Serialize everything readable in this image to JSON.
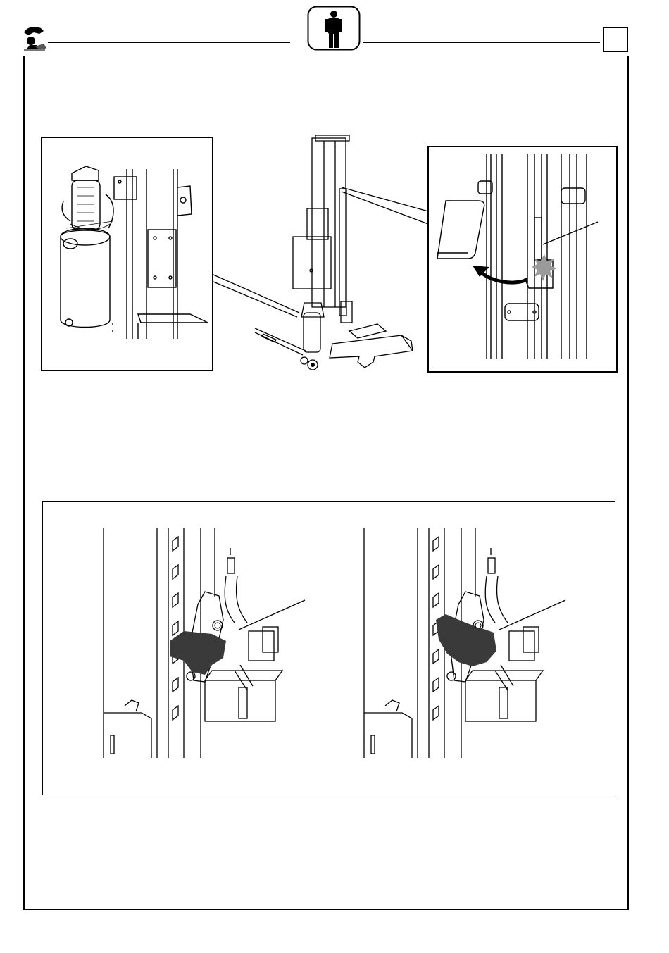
{
  "header": {
    "left_icon": "technician-icon",
    "center_icon": "operator-person-icon",
    "right_box_text": ""
  },
  "figures": {
    "top": {
      "left_detail": "hydraulic-unit-detail",
      "center": "column-lift-overview",
      "right_detail": "control-pedal-detail"
    },
    "bottom": {
      "left": "safety-latch-engaged",
      "right": "safety-latch-released"
    }
  },
  "colors": {
    "line": "#000000",
    "shade": "#3a3a3a",
    "background": "#ffffff"
  }
}
